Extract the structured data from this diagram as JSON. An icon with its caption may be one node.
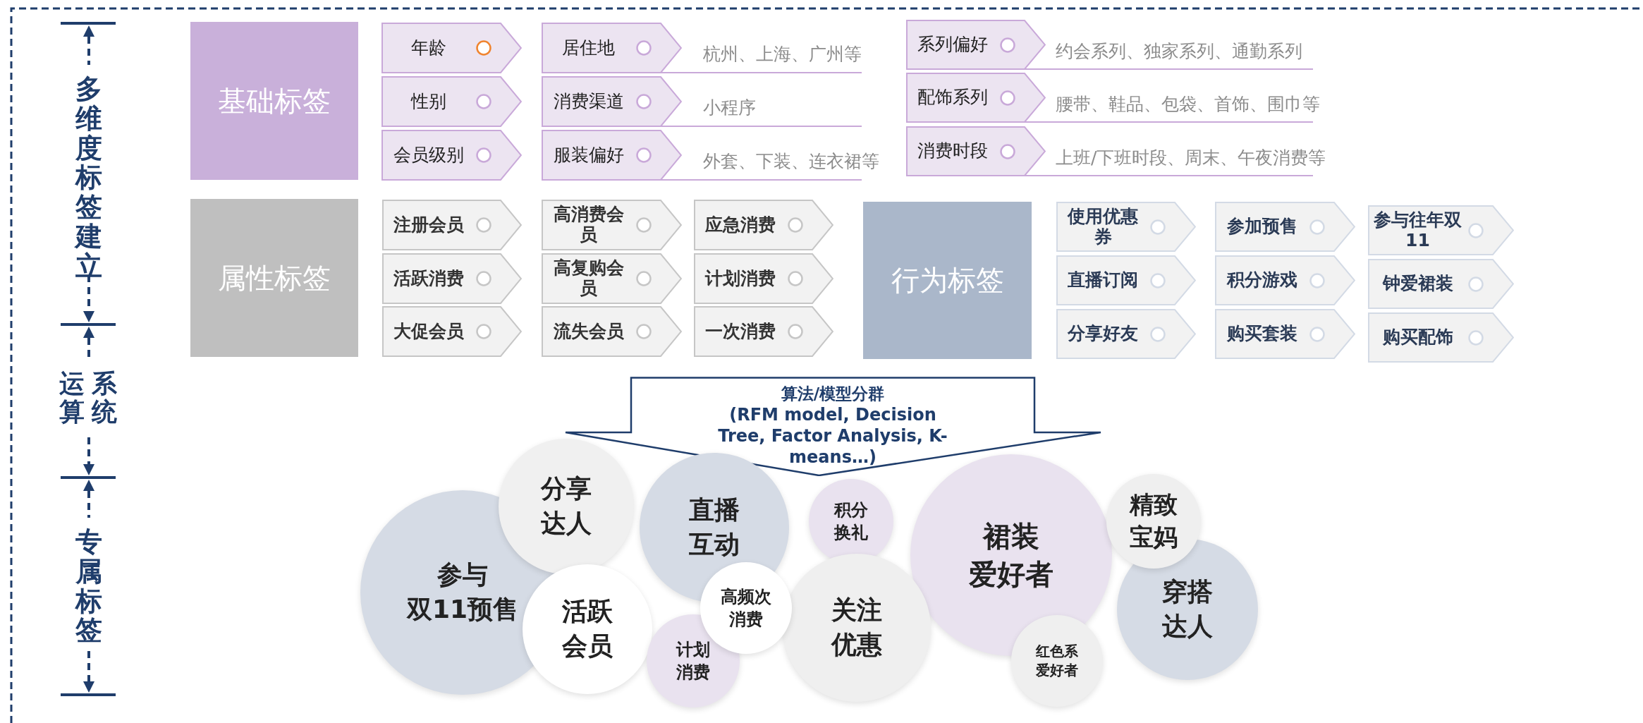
{
  "diagram": {
    "nodes": [
      {
        "text": [
          "基础标签"
        ]
      },
      {
        "text": [
          "年龄"
        ]
      },
      {
        "text": [
          "性别"
        ]
      },
      {
        "text": [
          "会员级别"
        ]
      },
      {
        "text": [
          "居住地"
        ],
        "beside": [
          "杭州、上海、广州等"
        ]
      },
      {
        "text": [
          "消费渠道"
        ],
        "beside": [
          "小程序"
        ]
      },
      {
        "text": [
          "服装偏好"
        ],
        "beside": [
          "外套、下装、连衣裙等"
        ]
      },
      {
        "text": [
          "系列偏好"
        ],
        "beside": [
          "约会系列、独家系列、通勤系列"
        ]
      },
      {
        "text": [
          "配饰系列"
        ],
        "beside": [
          "腰带、鞋品、包袋、首饰、围巾等"
        ]
      },
      {
        "text": [
          "消费时段"
        ],
        "beside": [
          "上班/下班时段、周末、午夜消费等"
        ]
      },
      {
        "text": [
          "属性标签"
        ]
      },
      {
        "text": [
          "注册会员"
        ]
      },
      {
        "text": [
          "活跃消费"
        ]
      },
      {
        "text": [
          "大促会员"
        ]
      },
      {
        "text": [
          "高消费会员"
        ]
      },
      {
        "text": [
          "高复购会员"
        ]
      },
      {
        "text": [
          "流失会员"
        ]
      },
      {
        "text": [
          "应急消费"
        ]
      },
      {
        "text": [
          "计划消费"
        ]
      },
      {
        "text": [
          "一次消费"
        ]
      },
      {
        "text": [
          "行为标签"
        ]
      },
      {
        "text": [
          "使用优惠券"
        ]
      },
      {
        "text": [
          "直播订阅"
        ]
      },
      {
        "text": [
          "分享好友"
        ]
      },
      {
        "text": [
          "参加预售"
        ]
      },
      {
        "text": [
          "积分游戏"
        ]
      },
      {
        "text": [
          "购买套装"
        ]
      },
      {
        "text": [
          "参与往年双11"
        ]
      },
      {
        "text": [
          "钟爱裙装"
        ]
      },
      {
        "text": [
          "购买配饰"
        ]
      },
      {
        "text": [
          "算法/模型分群",
          "(RFM model, Decision Tree, Factor Analysis, K-means…)"
        ]
      },
      {
        "text": [
          "参与双11预售"
        ]
      },
      {
        "text": [
          "分享达人"
        ]
      },
      {
        "text": [
          "活跃会员"
        ]
      },
      {
        "text": [
          "直播互动"
        ]
      },
      {
        "text": [
          "高频次消费"
        ]
      },
      {
        "text": [
          "计划消费"
        ]
      },
      {
        "text": [
          "积分换礼"
        ]
      },
      {
        "text": [
          "关注优惠"
        ]
      },
      {
        "text": [
          "裙装爱好者"
        ]
      },
      {
        "text": [
          "红色系爱好者"
        ]
      },
      {
        "text": [
          "精致宝妈"
        ]
      },
      {
        "text": [
          "穿搭达人"
        ]
      }
    ],
    "labels": [
      "多维度标签建立",
      "系统运算",
      "专属标签"
    ]
  }
}
